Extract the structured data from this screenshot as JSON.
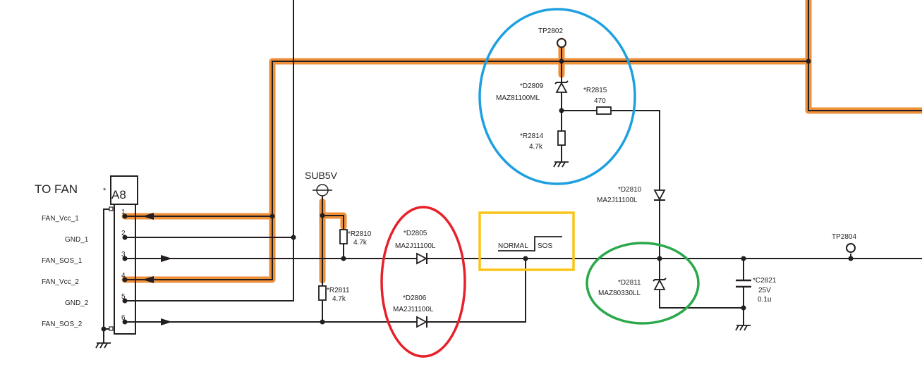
{
  "connector": {
    "title": "TO FAN",
    "ref": "A8",
    "ref_prefix": "*",
    "pins": [
      {
        "num": "1",
        "name": "FAN_Vcc_1"
      },
      {
        "num": "2",
        "name": "GND_1"
      },
      {
        "num": "3",
        "name": "FAN_SOS_1"
      },
      {
        "num": "4",
        "name": "FAN_Vcc_2"
      },
      {
        "num": "5",
        "name": "GND_2"
      },
      {
        "num": "6",
        "name": "FAN_SOS_2"
      }
    ]
  },
  "power": {
    "sub5v": "SUB5V"
  },
  "components": {
    "r2810": {
      "ref": "*R2810",
      "value": "4.7k"
    },
    "r2811": {
      "ref": "*R2811",
      "value": "4.7k"
    },
    "d2805": {
      "ref": "*D2805",
      "part": "MA2J11100L"
    },
    "d2806": {
      "ref": "*D2806",
      "part": "MA2J11100L"
    },
    "d2809": {
      "ref": "*D2809",
      "part": "MAZ81100ML"
    },
    "r2815": {
      "ref": "*R2815",
      "value": "470"
    },
    "r2814": {
      "ref": "*R2814",
      "value": "4.7k"
    },
    "d2810": {
      "ref": "*D2810",
      "part": "MA2J11100L"
    },
    "d2811": {
      "ref": "*D2811",
      "part": "MAZ80330LL"
    },
    "c2821": {
      "ref": "*C2821",
      "voltage": "25V",
      "value": "0.1u"
    }
  },
  "testpoints": {
    "tp2802": "TP2802",
    "tp2804": "TP2804"
  },
  "signal_annotation": {
    "low": "NORMAL",
    "high": "SOS"
  },
  "highlight_colors": {
    "power_path": "#ee8f3a",
    "diodes_circle": "#e8202a",
    "signal_box": "#fbc417",
    "detect_circle": "#1ea0e0",
    "zener_circle": "#2aa84a"
  }
}
